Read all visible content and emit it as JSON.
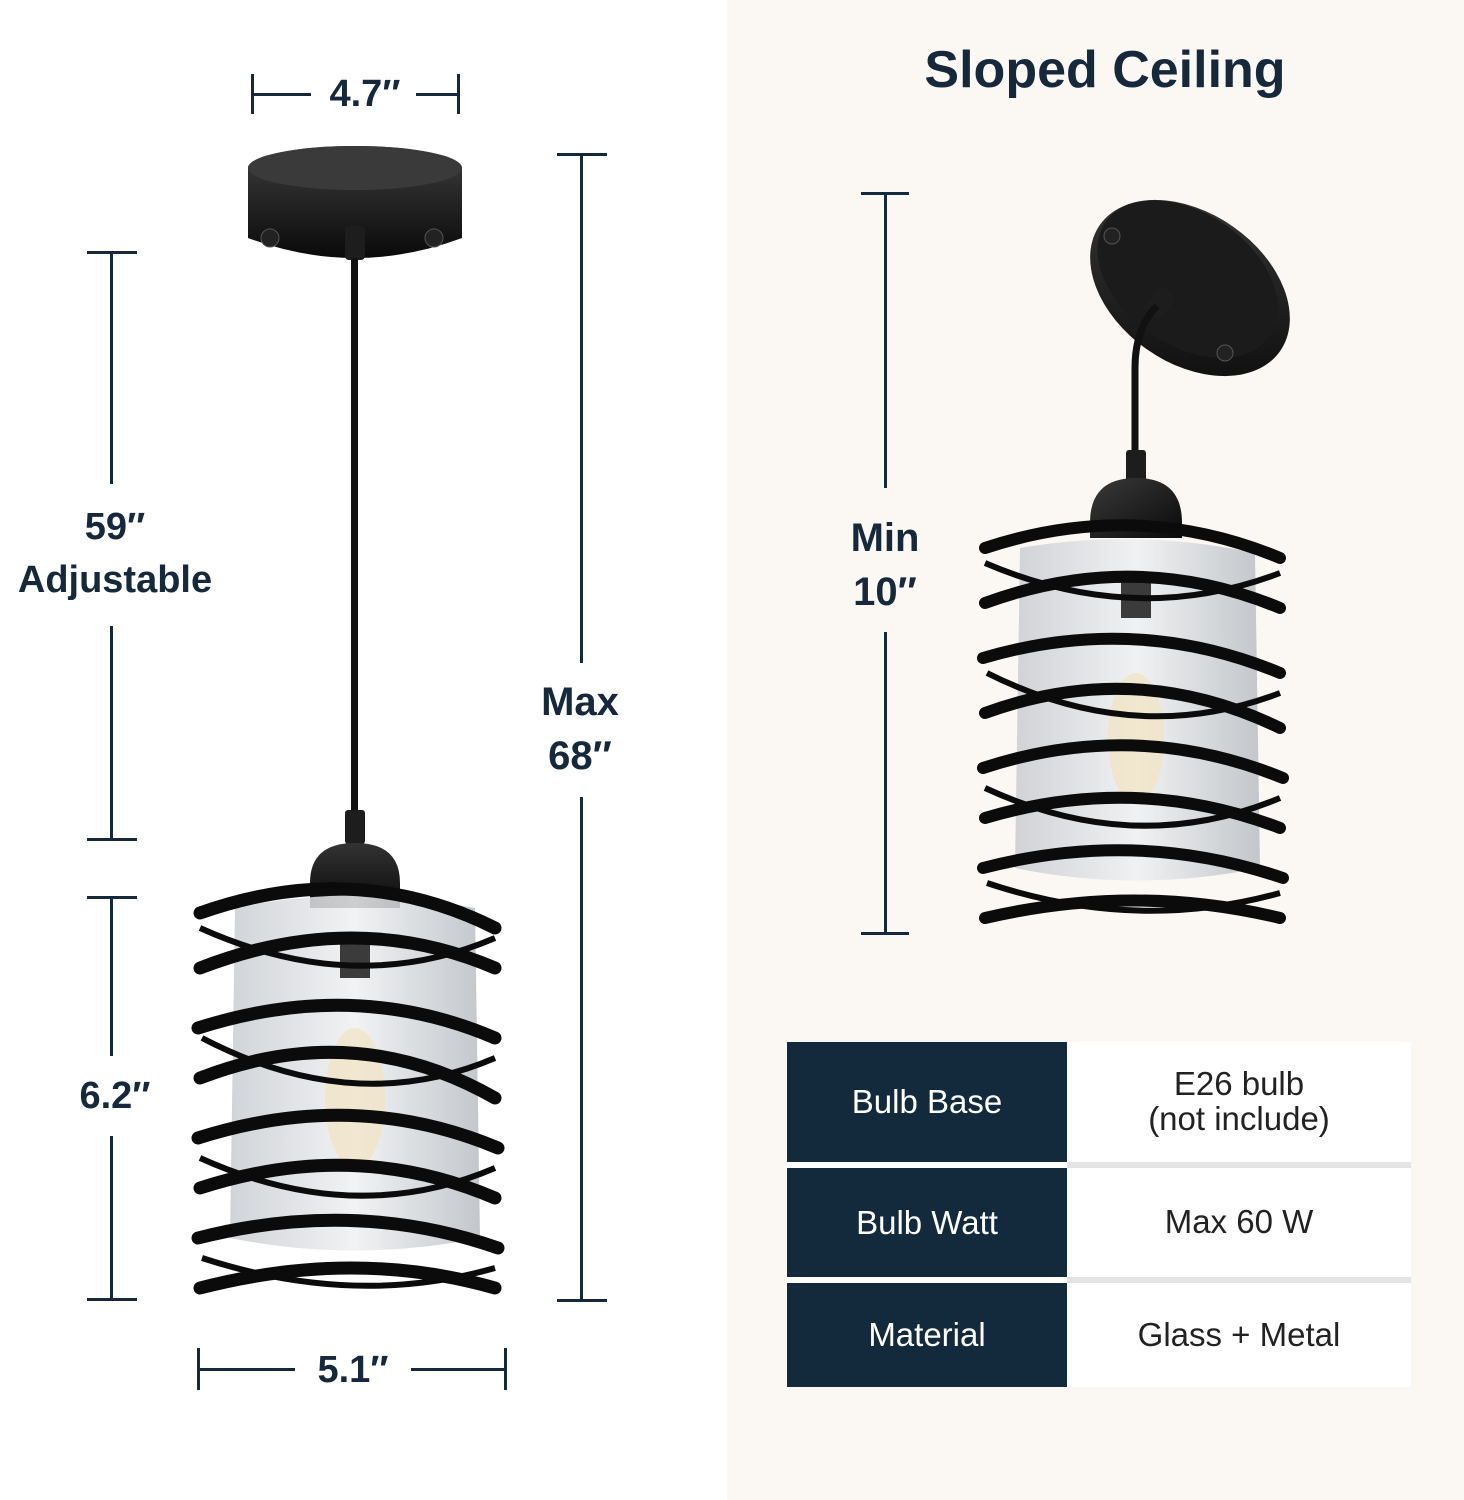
{
  "left": {
    "canopy_width": "4.7″",
    "cord_length": "59″",
    "cord_adjustable": "Adjustable",
    "max_height_word": "Max",
    "max_height_value": "68″",
    "shade_height": "6.2″",
    "shade_width": "5.1″"
  },
  "right": {
    "title": "Sloped Ceiling",
    "min_height_word": "Min",
    "min_height_value": "10″"
  },
  "specs": [
    {
      "key": "Bulb Base",
      "value_line1": "E26 bulb",
      "value_line2": "(not include)"
    },
    {
      "key": "Bulb Watt",
      "value_line1": "Max 60 W",
      "value_line2": ""
    },
    {
      "key": "Material",
      "value_line1": "Glass + Metal",
      "value_line2": ""
    }
  ],
  "colors": {
    "ink": "#16283b",
    "table_key_bg": "#132a3d",
    "right_bg": "#fbf8f4",
    "lamp_black": "#111111"
  }
}
